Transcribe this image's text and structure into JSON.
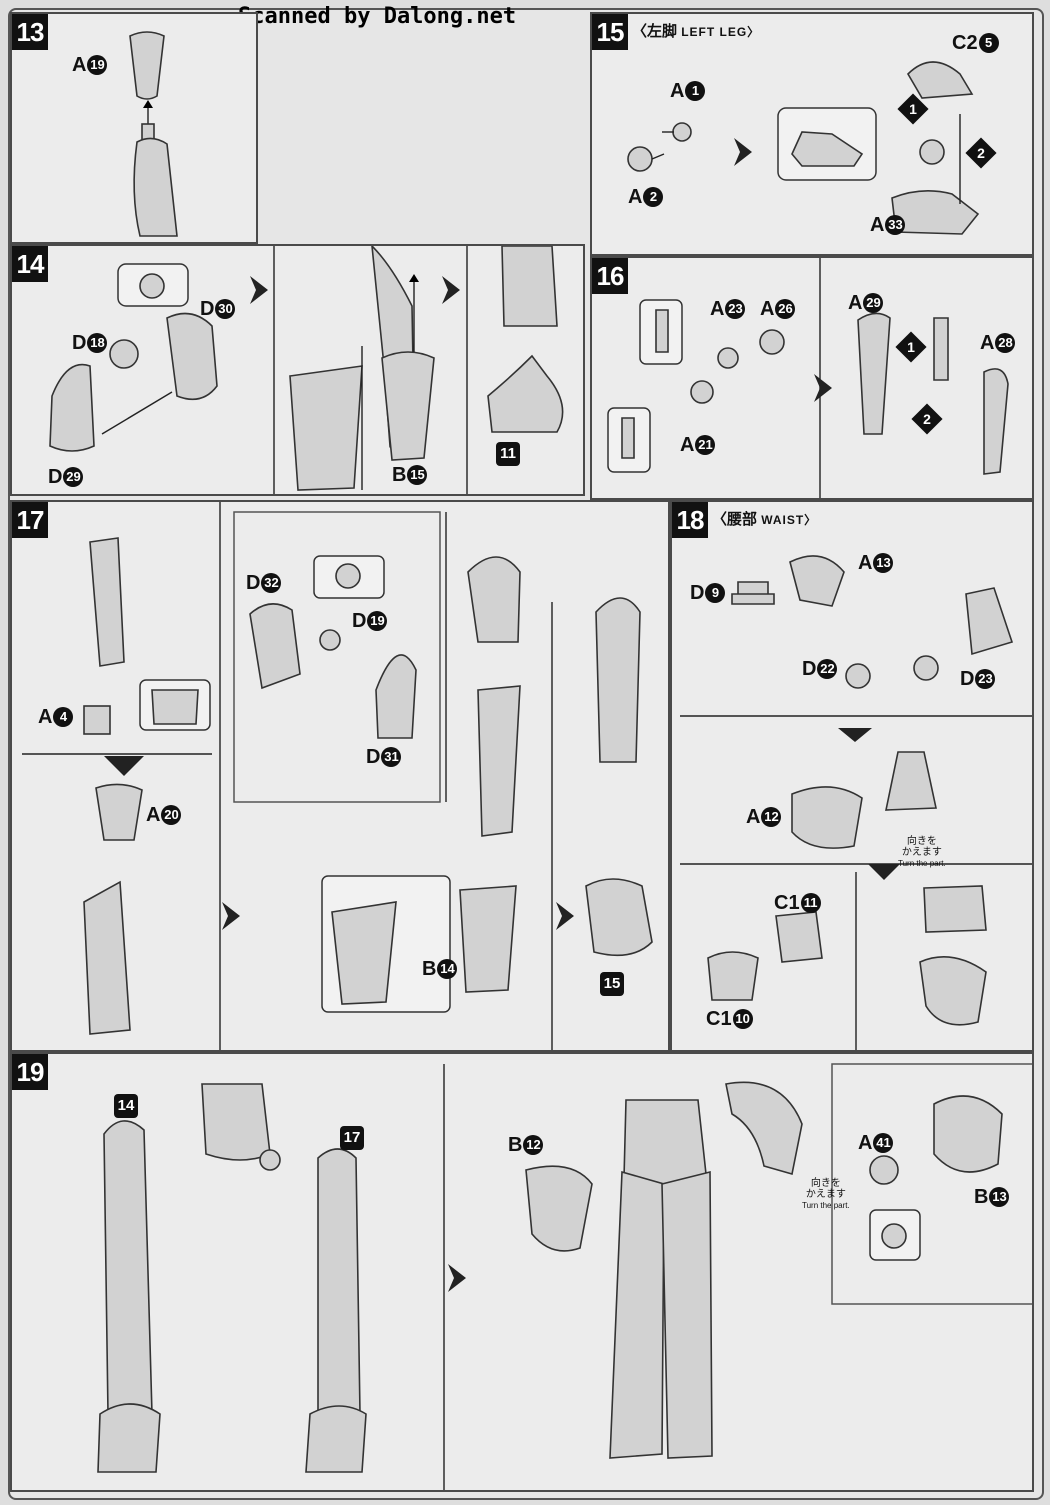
{
  "watermark": "Scanned by Dalong.net",
  "steps": {
    "s13": {
      "number": "13"
    },
    "s14": {
      "number": "14"
    },
    "s15": {
      "number": "15",
      "title_jp": "〈左脚",
      "title_en": "LEFT LEG〉"
    },
    "s16": {
      "number": "16"
    },
    "s17": {
      "number": "17"
    },
    "s18": {
      "number": "18",
      "title_jp": "〈腰部",
      "title_en": "WAIST〉"
    },
    "s19": {
      "number": "19"
    }
  },
  "labels": {
    "A19": {
      "letter": "A",
      "num": "19"
    },
    "D30": {
      "letter": "D",
      "num": "30"
    },
    "D18": {
      "letter": "D",
      "num": "18"
    },
    "D29": {
      "letter": "D",
      "num": "29"
    },
    "B15": {
      "letter": "B",
      "num": "15"
    },
    "A1": {
      "letter": "A",
      "num": "1"
    },
    "A2": {
      "letter": "A",
      "num": "2"
    },
    "C25": {
      "letter": "C2",
      "num": "5"
    },
    "A33": {
      "letter": "A",
      "num": "33"
    },
    "A23": {
      "letter": "A",
      "num": "23"
    },
    "A26": {
      "letter": "A",
      "num": "26"
    },
    "A21": {
      "letter": "A",
      "num": "21"
    },
    "A29": {
      "letter": "A",
      "num": "29"
    },
    "A28": {
      "letter": "A",
      "num": "28"
    },
    "A4": {
      "letter": "A",
      "num": "4"
    },
    "A20": {
      "letter": "A",
      "num": "20"
    },
    "D32": {
      "letter": "D",
      "num": "32"
    },
    "D19": {
      "letter": "D",
      "num": "19"
    },
    "D31": {
      "letter": "D",
      "num": "31"
    },
    "B14": {
      "letter": "B",
      "num": "14"
    },
    "D9": {
      "letter": "D",
      "num": "9"
    },
    "A13": {
      "letter": "A",
      "num": "13"
    },
    "D22": {
      "letter": "D",
      "num": "22"
    },
    "D23": {
      "letter": "D",
      "num": "23"
    },
    "A12": {
      "letter": "A",
      "num": "12"
    },
    "C111": {
      "letter": "C1",
      "num": "11"
    },
    "C110": {
      "letter": "C1",
      "num": "10"
    },
    "B12": {
      "letter": "B",
      "num": "12"
    },
    "A41": {
      "letter": "A",
      "num": "41"
    },
    "B13": {
      "letter": "B",
      "num": "13"
    }
  },
  "refs": {
    "r11": "11",
    "r15": "15",
    "r14": "14",
    "r17": "17"
  },
  "sequence": {
    "one": "1",
    "two": "2"
  },
  "notes": {
    "turn_jp_1": "向きを",
    "turn_jp_2": "かえます",
    "turn_en": "Turn the part."
  }
}
